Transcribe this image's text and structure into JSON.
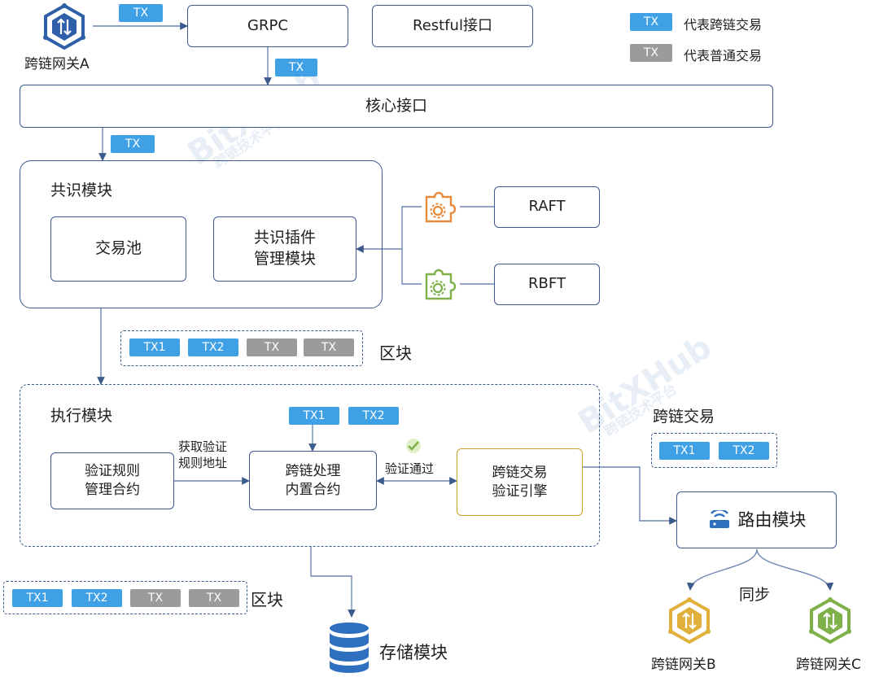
{
  "legend": {
    "tx_label": "TX",
    "cross_chain": "代表跨链交易",
    "normal": "代表普通交易"
  },
  "gateways": {
    "a": "跨链网关A",
    "b": "跨链网关B",
    "c": "跨链网关C"
  },
  "interfaces": {
    "grpc": "GRPC",
    "restful": "Restful接口",
    "core": "核心接口"
  },
  "consensus": {
    "title": "共识模块",
    "txpool": "交易池",
    "plugin_line1": "共识插件",
    "plugin_line2": "管理模块",
    "raft": "RAFT",
    "rbft": "RBFT"
  },
  "block_label": "区块",
  "execution": {
    "title": "执行模块",
    "rules_line1": "验证规则",
    "rules_line2": "管理合约",
    "fetch_line1": "获取验证",
    "fetch_line2": "规则地址",
    "handler_line1": "跨链处理",
    "handler_line2": "内置合约",
    "pass": "验证通过",
    "engine_line1": "跨链交易",
    "engine_line2": "验证引擎"
  },
  "cross_chain_tx": "跨链交易",
  "router": "路由模块",
  "sync": "同步",
  "storage": "存储模块",
  "tx_tags": {
    "tx": "TX",
    "tx1": "TX1",
    "tx2": "TX2"
  },
  "watermark": {
    "brand": "BitXHub",
    "sub": "跨链技术平台"
  },
  "colors": {
    "border": "#3d5a8c",
    "tx_blue": "#3fa0e6",
    "tx_gray": "#9b9b9b",
    "gateway_a": "#2f5fa8",
    "gateway_b": "#e0b03a",
    "gateway_c": "#7fb04a",
    "plugin_orange": "#e88a3c",
    "plugin_green": "#7fb04a",
    "engine_border": "#c9a227"
  }
}
